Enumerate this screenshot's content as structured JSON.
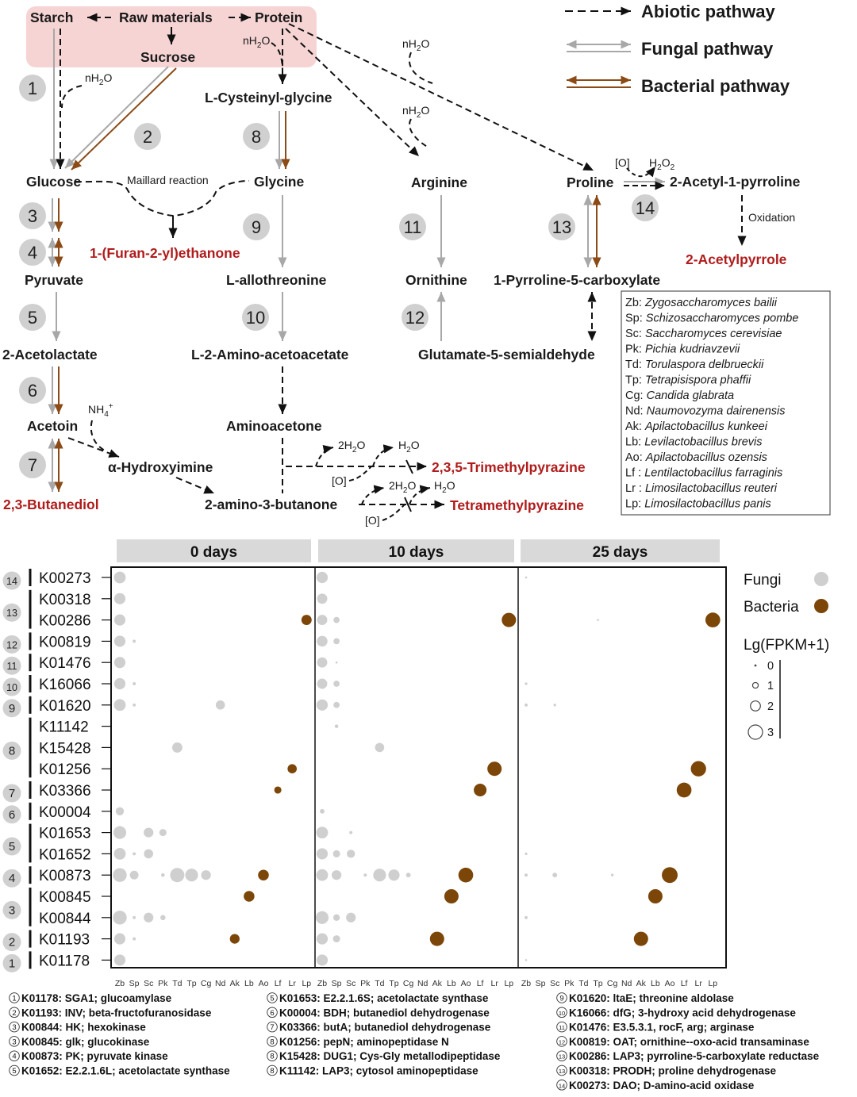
{
  "legend": {
    "abiotic": "Abiotic pathway",
    "fungal": "Fungal pathway",
    "bacterial": "Bacterial pathway"
  },
  "colors": {
    "fungal": "#a8a8a8",
    "bacterial": "#8b4a16",
    "highlight": "#f6d4d4",
    "product_red": "#b01c1c",
    "fungi_dot": "#cfcfcf",
    "bacteria_dot": "#7b4608"
  },
  "pathway": {
    "nodes": {
      "starch": "Starch",
      "raw": "Raw materials",
      "protein": "Protein",
      "sucrose": "Sucrose",
      "glucose": "Glucose",
      "cysgly": "L-Cysteinyl-glycine",
      "glycine": "Glycine",
      "arginine": "Arginine",
      "proline": "Proline",
      "acetylpyrroline": "2-Acetyl-1-pyrroline",
      "acetylpyrrole": "2-Acetylpyrrole",
      "furanyl": "1-(Furan-2-yl)ethanone",
      "pyruvate": "Pyruvate",
      "allothreonine": "L-allothreonine",
      "ornithine": "Ornithine",
      "p5c": "1-Pyrroline-5-carboxylate",
      "acetolactate": "2-Acetolactate",
      "aminoacetoacetate": "L-2-Amino-acetoacetate",
      "semialdehyde": "Glutamate-5-semialdehyde",
      "acetoin": "Acetoin",
      "aminoacetone": "Aminoacetone",
      "hydroxyimine": "α-Hydroxyimine",
      "butanediol": "2,3-Butanediol",
      "aminobutanone": "2-amino-3-butanone",
      "tmp235": "2,3,5-Trimethylpyrazine",
      "tmp": "Tetramethylpyrazine"
    },
    "labels": {
      "maillard": "Maillard reaction",
      "oxidation": "Oxidation",
      "nh2o": "nH",
      "nh2o_sub": "2",
      "nh2o_tail": "O",
      "o": "[O]",
      "h2o2": "H",
      "h2o2_sub": "2",
      "h2o2_tail": "O",
      "h2o2_sub2": "2",
      "h2o_2": "2H",
      "h2o_2_sub": "2",
      "h2o_2_tail": "O",
      "h2o": "H",
      "h2o_sub": "2",
      "h2o_tail": "O",
      "nh4": "NH",
      "nh4_sub": "4",
      "nh4_sup": "+"
    },
    "step_numbers": [
      "1",
      "2",
      "3",
      "4",
      "5",
      "6",
      "7",
      "8",
      "9",
      "10",
      "11",
      "12",
      "13",
      "14"
    ]
  },
  "species_legend": [
    {
      "abbr": "Zb:",
      "name": "Zygosaccharomyces bailii"
    },
    {
      "abbr": "Sp:",
      "name": "Schizosaccharomyces pombe"
    },
    {
      "abbr": "Sc:",
      "name": "Saccharomyces cerevisiae"
    },
    {
      "abbr": "Pk:",
      "name": "Pichia kudriavzevii"
    },
    {
      "abbr": "Td:",
      "name": "Torulaspora delbrueckii"
    },
    {
      "abbr": "Tp:",
      "name": "Tetrapisispora phaffii"
    },
    {
      "abbr": "Cg:",
      "name": "Candida glabrata"
    },
    {
      "abbr": "Nd:",
      "name": "Naumovozyma dairenensis"
    },
    {
      "abbr": "Ak:",
      "name": "Apilactobacillus kunkeei"
    },
    {
      "abbr": "Lb:",
      "name": "Levilactobacillus brevis"
    },
    {
      "abbr": "Ao:",
      "name": "Apilactobacillus ozensis"
    },
    {
      "abbr": "Lf :",
      "name": "Lentilactobacillus farraginis"
    },
    {
      "abbr": "Lr :",
      "name": "Limosilactobacillus reuteri"
    },
    {
      "abbr": "Lp:",
      "name": "Limosilactobacillus panis"
    }
  ],
  "chart_data": {
    "type": "scatter",
    "panels": [
      "0 days",
      "10 days",
      "25 days"
    ],
    "x_categories": [
      "Zb",
      "Sp",
      "Sc",
      "Pk",
      "Td",
      "Tp",
      "Cg",
      "Nd",
      "Ak",
      "Lb",
      "Ao",
      "Lf",
      "Lr",
      "Lp"
    ],
    "rows": [
      "K00273",
      "K00318",
      "K00286",
      "K00819",
      "K01476",
      "K16066",
      "K01620",
      "K11142",
      "K15428",
      "K01256",
      "K03366",
      "K00004",
      "K01653",
      "K01652",
      "K00873",
      "K00845",
      "K00844",
      "K01193",
      "K01178"
    ],
    "row_groups": [
      {
        "step": "14",
        "rows": [
          "K00273"
        ]
      },
      {
        "step": "13",
        "rows": [
          "K00318",
          "K00286"
        ]
      },
      {
        "step": "12",
        "rows": [
          "K00819"
        ]
      },
      {
        "step": "11",
        "rows": [
          "K01476"
        ]
      },
      {
        "step": "10",
        "rows": [
          "K16066"
        ]
      },
      {
        "step": "9",
        "rows": [
          "K01620"
        ]
      },
      {
        "step": "8",
        "rows": [
          "K11142",
          "K15428",
          "K01256"
        ]
      },
      {
        "step": "7",
        "rows": [
          "K03366"
        ]
      },
      {
        "step": "6",
        "rows": [
          "K00004"
        ]
      },
      {
        "step": "5",
        "rows": [
          "K01653",
          "K01652"
        ]
      },
      {
        "step": "4",
        "rows": [
          "K00873"
        ]
      },
      {
        "step": "3",
        "rows": [
          "K00845",
          "K00844"
        ]
      },
      {
        "step": "2",
        "rows": [
          "K01193"
        ]
      },
      {
        "step": "1",
        "rows": [
          "K01178"
        ]
      }
    ],
    "size_legend_title": "Lg(FPKM+1)",
    "size_legend_values": [
      0,
      1,
      2,
      3
    ],
    "color_legend": [
      {
        "name": "Fungi",
        "color": "#cfcfcf"
      },
      {
        "name": "Bacteria",
        "color": "#7b4608"
      }
    ],
    "points": [
      {
        "panel": 0,
        "row": "K00273",
        "x": "Zb",
        "v": 2.0
      },
      {
        "panel": 0,
        "row": "K00318",
        "x": "Zb",
        "v": 1.9
      },
      {
        "panel": 0,
        "row": "K00286",
        "x": "Zb",
        "v": 1.9
      },
      {
        "panel": 0,
        "row": "K00286",
        "x": "Lp",
        "v": 1.7
      },
      {
        "panel": 0,
        "row": "K00819",
        "x": "Zb",
        "v": 1.9
      },
      {
        "panel": 0,
        "row": "K00819",
        "x": "Sp",
        "v": 0.3
      },
      {
        "panel": 0,
        "row": "K01476",
        "x": "Zb",
        "v": 1.9
      },
      {
        "panel": 0,
        "row": "K16066",
        "x": "Zb",
        "v": 1.9
      },
      {
        "panel": 0,
        "row": "K16066",
        "x": "Sp",
        "v": 0.3
      },
      {
        "panel": 0,
        "row": "K01620",
        "x": "Zb",
        "v": 2.0
      },
      {
        "panel": 0,
        "row": "K01620",
        "x": "Sp",
        "v": 0.3
      },
      {
        "panel": 0,
        "row": "K01620",
        "x": "Nd",
        "v": 1.5
      },
      {
        "panel": 0,
        "row": "K15428",
        "x": "Td",
        "v": 1.7
      },
      {
        "panel": 0,
        "row": "K01256",
        "x": "Lr",
        "v": 1.5
      },
      {
        "panel": 0,
        "row": "K03366",
        "x": "Lf",
        "v": 1.1
      },
      {
        "panel": 0,
        "row": "K00004",
        "x": "Zb",
        "v": 1.3
      },
      {
        "panel": 0,
        "row": "K01653",
        "x": "Zb",
        "v": 2.2
      },
      {
        "panel": 0,
        "row": "K01653",
        "x": "Sc",
        "v": 1.6
      },
      {
        "panel": 0,
        "row": "K01653",
        "x": "Pk",
        "v": 1.1
      },
      {
        "panel": 0,
        "row": "K01652",
        "x": "Zb",
        "v": 2.0
      },
      {
        "panel": 0,
        "row": "K01652",
        "x": "Sp",
        "v": 0.3
      },
      {
        "panel": 0,
        "row": "K01652",
        "x": "Sc",
        "v": 1.5
      },
      {
        "panel": 0,
        "row": "K00873",
        "x": "Zb",
        "v": 2.4
      },
      {
        "panel": 0,
        "row": "K00873",
        "x": "Sp",
        "v": 1.4
      },
      {
        "panel": 0,
        "row": "K00873",
        "x": "Pk",
        "v": 0.4
      },
      {
        "panel": 0,
        "row": "K00873",
        "x": "Td",
        "v": 2.5
      },
      {
        "panel": 0,
        "row": "K00873",
        "x": "Tp",
        "v": 2.2
      },
      {
        "panel": 0,
        "row": "K00873",
        "x": "Cg",
        "v": 1.6
      },
      {
        "panel": 0,
        "row": "K00873",
        "x": "Ao",
        "v": 1.8
      },
      {
        "panel": 0,
        "row": "K00845",
        "x": "Lb",
        "v": 1.8
      },
      {
        "panel": 0,
        "row": "K00844",
        "x": "Zb",
        "v": 2.4
      },
      {
        "panel": 0,
        "row": "K00844",
        "x": "Sp",
        "v": 0.3
      },
      {
        "panel": 0,
        "row": "K00844",
        "x": "Sc",
        "v": 1.6
      },
      {
        "panel": 0,
        "row": "K00844",
        "x": "Pk",
        "v": 0.7
      },
      {
        "panel": 0,
        "row": "K01193",
        "x": "Zb",
        "v": 1.9
      },
      {
        "panel": 0,
        "row": "K01193",
        "x": "Sp",
        "v": 0.3
      },
      {
        "panel": 0,
        "row": "K01193",
        "x": "Ak",
        "v": 1.6
      },
      {
        "panel": 0,
        "row": "K01178",
        "x": "Zb",
        "v": 1.9
      },
      {
        "panel": 1,
        "row": "K00273",
        "x": "Zb",
        "v": 1.9
      },
      {
        "panel": 1,
        "row": "K00318",
        "x": "Zb",
        "v": 1.7
      },
      {
        "panel": 1,
        "row": "K00286",
        "x": "Zb",
        "v": 1.7
      },
      {
        "panel": 1,
        "row": "K00286",
        "x": "Sp",
        "v": 0.9
      },
      {
        "panel": 1,
        "row": "K00286",
        "x": "Lp",
        "v": 2.5
      },
      {
        "panel": 1,
        "row": "K00819",
        "x": "Zb",
        "v": 1.8
      },
      {
        "panel": 1,
        "row": "K00819",
        "x": "Sp",
        "v": 0.9
      },
      {
        "panel": 1,
        "row": "K01476",
        "x": "Zb",
        "v": 1.7
      },
      {
        "panel": 1,
        "row": "K01476",
        "x": "Sp",
        "v": 0.1
      },
      {
        "panel": 1,
        "row": "K16066",
        "x": "Zb",
        "v": 1.7
      },
      {
        "panel": 1,
        "row": "K16066",
        "x": "Sp",
        "v": 0.9
      },
      {
        "panel": 1,
        "row": "K01620",
        "x": "Zb",
        "v": 1.9
      },
      {
        "panel": 1,
        "row": "K01620",
        "x": "Sp",
        "v": 0.9
      },
      {
        "panel": 1,
        "row": "K11142",
        "x": "Sp",
        "v": 0.4
      },
      {
        "panel": 1,
        "row": "K15428",
        "x": "Td",
        "v": 1.5
      },
      {
        "panel": 1,
        "row": "K01256",
        "x": "Lr",
        "v": 2.5
      },
      {
        "panel": 1,
        "row": "K03366",
        "x": "Lf",
        "v": 2.2
      },
      {
        "panel": 1,
        "row": "K00004",
        "x": "Zb",
        "v": 0.6
      },
      {
        "panel": 1,
        "row": "K01653",
        "x": "Zb",
        "v": 2.0
      },
      {
        "panel": 1,
        "row": "K01653",
        "x": "Sc",
        "v": 0.3
      },
      {
        "panel": 1,
        "row": "K01652",
        "x": "Zb",
        "v": 1.9
      },
      {
        "panel": 1,
        "row": "K01652",
        "x": "Sp",
        "v": 1.1
      },
      {
        "panel": 1,
        "row": "K01652",
        "x": "Sc",
        "v": 1.3
      },
      {
        "panel": 1,
        "row": "K00873",
        "x": "Zb",
        "v": 2.0
      },
      {
        "panel": 1,
        "row": "K00873",
        "x": "Sp",
        "v": 1.6
      },
      {
        "panel": 1,
        "row": "K00873",
        "x": "Pk",
        "v": 0.3
      },
      {
        "panel": 1,
        "row": "K00873",
        "x": "Td",
        "v": 2.2
      },
      {
        "panel": 1,
        "row": "K00873",
        "x": "Tp",
        "v": 1.9
      },
      {
        "panel": 1,
        "row": "K00873",
        "x": "Cg",
        "v": 0.6
      },
      {
        "panel": 1,
        "row": "K00873",
        "x": "Ao",
        "v": 2.6
      },
      {
        "panel": 1,
        "row": "K00845",
        "x": "Lb",
        "v": 2.5
      },
      {
        "panel": 1,
        "row": "K00844",
        "x": "Zb",
        "v": 2.2
      },
      {
        "panel": 1,
        "row": "K00844",
        "x": "Sp",
        "v": 1.0
      },
      {
        "panel": 1,
        "row": "K00844",
        "x": "Sc",
        "v": 1.6
      },
      {
        "panel": 1,
        "row": "K01193",
        "x": "Zb",
        "v": 1.9
      },
      {
        "panel": 1,
        "row": "K01193",
        "x": "Sp",
        "v": 1.1
      },
      {
        "panel": 1,
        "row": "K01193",
        "x": "Ak",
        "v": 2.5
      },
      {
        "panel": 1,
        "row": "K01178",
        "x": "Zb",
        "v": 1.9
      },
      {
        "panel": 2,
        "row": "K00273",
        "x": "Zb",
        "v": 0.1
      },
      {
        "panel": 2,
        "row": "K00286",
        "x": "Tp",
        "v": 0.1
      },
      {
        "panel": 2,
        "row": "K00286",
        "x": "Lp",
        "v": 2.6
      },
      {
        "panel": 2,
        "row": "K16066",
        "x": "Zb",
        "v": 0.2
      },
      {
        "panel": 2,
        "row": "K01620",
        "x": "Zb",
        "v": 0.3
      },
      {
        "panel": 2,
        "row": "K01620",
        "x": "Sc",
        "v": 0.2
      },
      {
        "panel": 2,
        "row": "K01256",
        "x": "Lr",
        "v": 2.7
      },
      {
        "panel": 2,
        "row": "K03366",
        "x": "Lf",
        "v": 2.6
      },
      {
        "panel": 2,
        "row": "K01652",
        "x": "Zb",
        "v": 0.2
      },
      {
        "panel": 2,
        "row": "K00873",
        "x": "Zb",
        "v": 0.3
      },
      {
        "panel": 2,
        "row": "K00873",
        "x": "Sc",
        "v": 0.6
      },
      {
        "panel": 2,
        "row": "K00873",
        "x": "Cg",
        "v": 0.2
      },
      {
        "panel": 2,
        "row": "K00873",
        "x": "Ao",
        "v": 2.8
      },
      {
        "panel": 2,
        "row": "K00845",
        "x": "Lb",
        "v": 2.5
      },
      {
        "panel": 2,
        "row": "K00844",
        "x": "Zb",
        "v": 0.3
      },
      {
        "panel": 2,
        "row": "K01193",
        "x": "Ak",
        "v": 2.5
      },
      {
        "panel": 2,
        "row": "K01178",
        "x": "Zb",
        "v": 0.1
      }
    ],
    "bacteria_taxa": [
      "Ak",
      "Lb",
      "Ao",
      "Lf",
      "Lr",
      "Lp"
    ]
  },
  "enzyme_legend": [
    {
      "num": "1",
      "text": "K01178: SGA1; glucoamylase"
    },
    {
      "num": "2",
      "text": "K01193: INV; beta-fructofuranosidase"
    },
    {
      "num": "3",
      "text": "K00844: HK; hexokinase"
    },
    {
      "num": "3",
      "text": "K00845: glk; glucokinase"
    },
    {
      "num": "4",
      "text": "K00873: PK; pyruvate kinase"
    },
    {
      "num": "5",
      "text": "K01652: E2.2.1.6L; acetolactate synthase"
    },
    {
      "num": "5",
      "text": "K01653: E2.2.1.6S; acetolactate synthase"
    },
    {
      "num": "6",
      "text": "K00004: BDH; butanediol dehydrogenase"
    },
    {
      "num": "7",
      "text": "K03366: butA; butanediol dehydrogenase"
    },
    {
      "num": "8",
      "text": "K01256: pepN; aminopeptidase N"
    },
    {
      "num": "8",
      "text": "K15428: DUG1; Cys-Gly metallodipeptidase"
    },
    {
      "num": "8",
      "text": "K11142: LAP3; cytosol aminopeptidase"
    },
    {
      "num": "9",
      "text": "K01620: ltaE; threonine aldolase"
    },
    {
      "num": "10",
      "text": "K16066: dfG; 3-hydroxy acid dehydrogenase"
    },
    {
      "num": "11",
      "text": "K01476: E3.5.3.1, rocF, arg; arginase"
    },
    {
      "num": "12",
      "text": "K00819: OAT; ornithine--oxo-acid transaminase"
    },
    {
      "num": "13",
      "text": "K00286: LAP3; pyrroline-5-carboxylate reductase"
    },
    {
      "num": "13",
      "text": "K00318: PRODH; proline dehydrogenase"
    },
    {
      "num": "14",
      "text": "K00273: DAO; D-amino-acid oxidase"
    }
  ]
}
